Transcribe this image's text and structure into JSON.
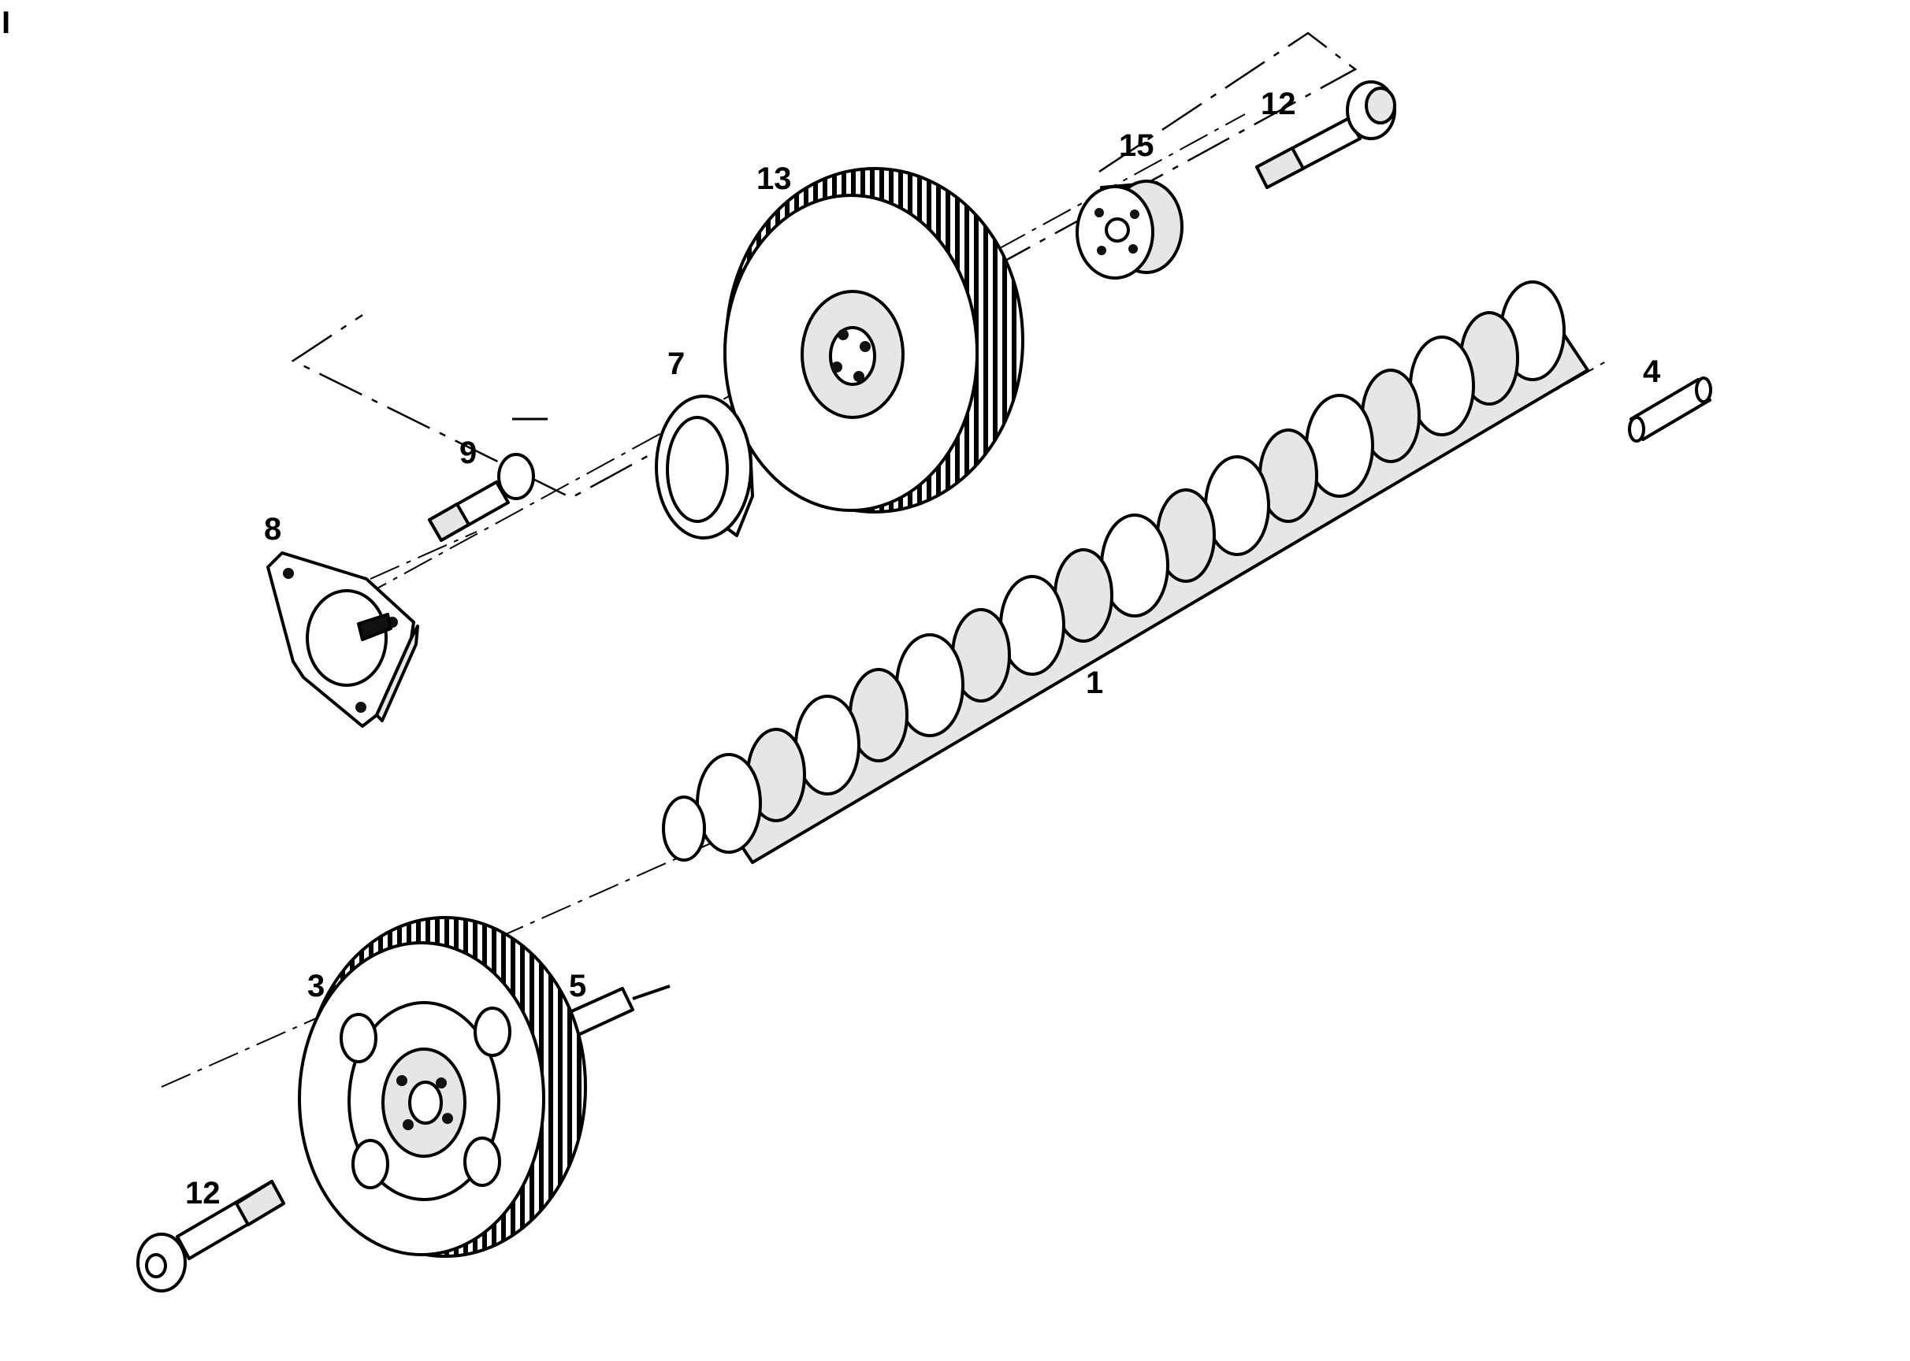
{
  "callouts": {
    "camshaft": "1",
    "gear_bottom": "3",
    "pin_right": "4",
    "pin_left": "5",
    "thrust_washer": "7",
    "thrust_plate": "8",
    "bolt_short": "9",
    "bolt_top": "12",
    "bolt_bottom": "12",
    "gear_top": "13",
    "spacer": "15"
  },
  "corner_mark": "I"
}
